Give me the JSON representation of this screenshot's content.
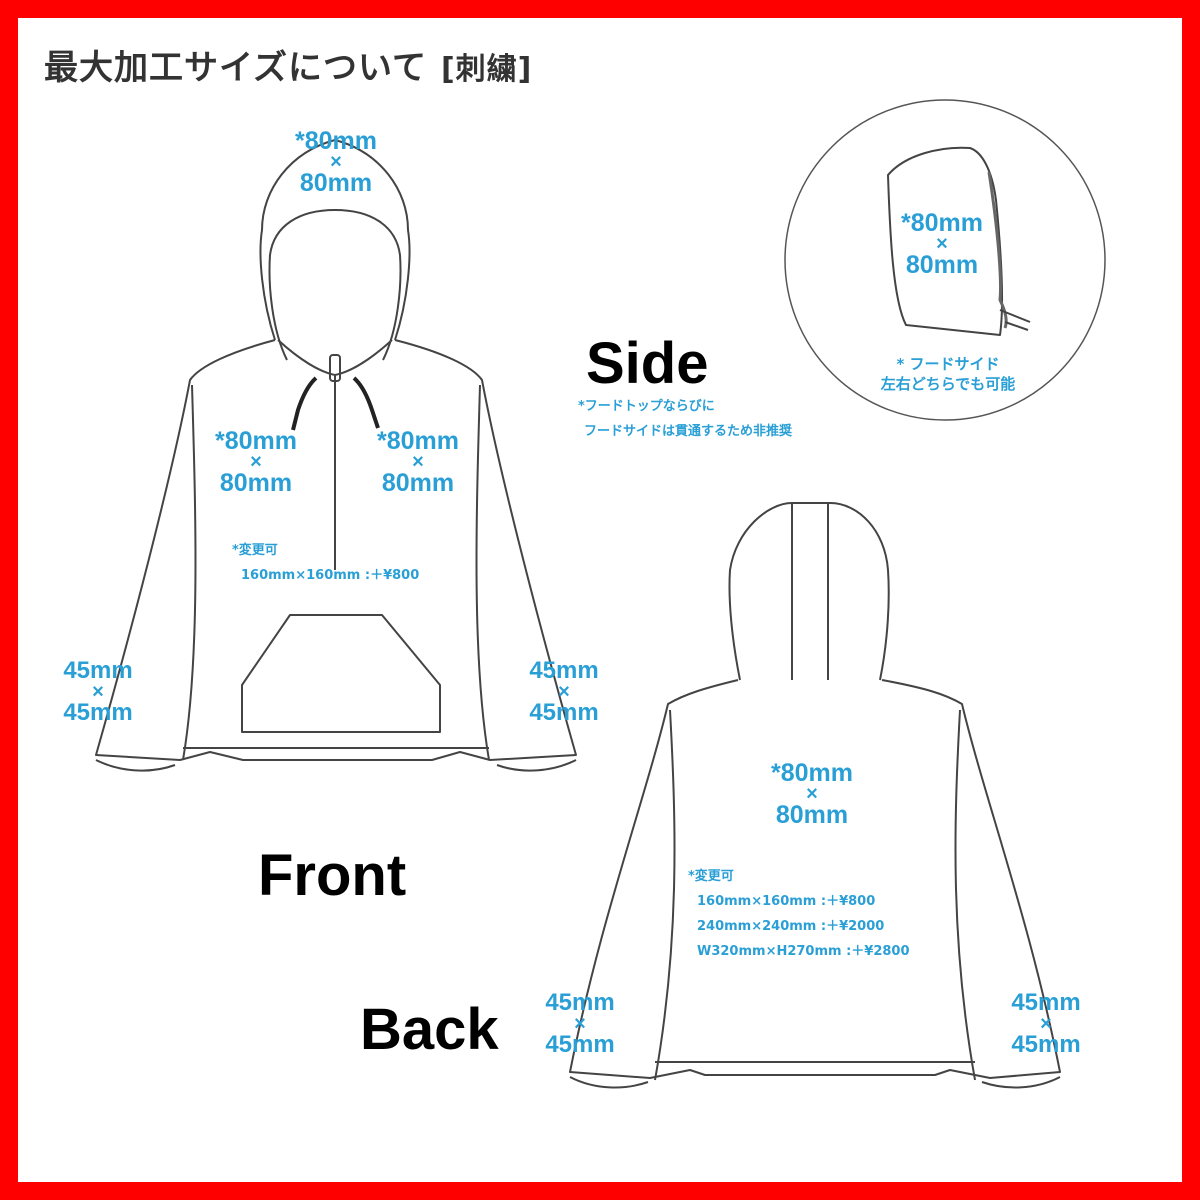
{
  "title": {
    "main": "最大加工サイズについて",
    "sub": "[刺繍]"
  },
  "views": {
    "front": "Front",
    "back": "Back",
    "side": "Side"
  },
  "size_80": {
    "top": "*80mm",
    "x": "×",
    "bottom": "80mm"
  },
  "size_45": {
    "top": "45mm",
    "x": "×",
    "bottom": "45mm"
  },
  "side_note": [
    "*フードトップならびに",
    "フードサイドは貫通するため非推奨"
  ],
  "circle_note": [
    "* フードサイド",
    "左右どちらでも可能"
  ],
  "front_note": [
    "*変更可",
    "160mm×160mm :＋¥800"
  ],
  "back_note": [
    "*変更可",
    "160mm×160mm :＋¥800",
    "240mm×240mm :＋¥2000",
    "W320mm×H270mm :＋¥2800"
  ],
  "colors": {
    "border": "#ff0000",
    "accent": "#2a9fd6",
    "line": "#444444"
  }
}
